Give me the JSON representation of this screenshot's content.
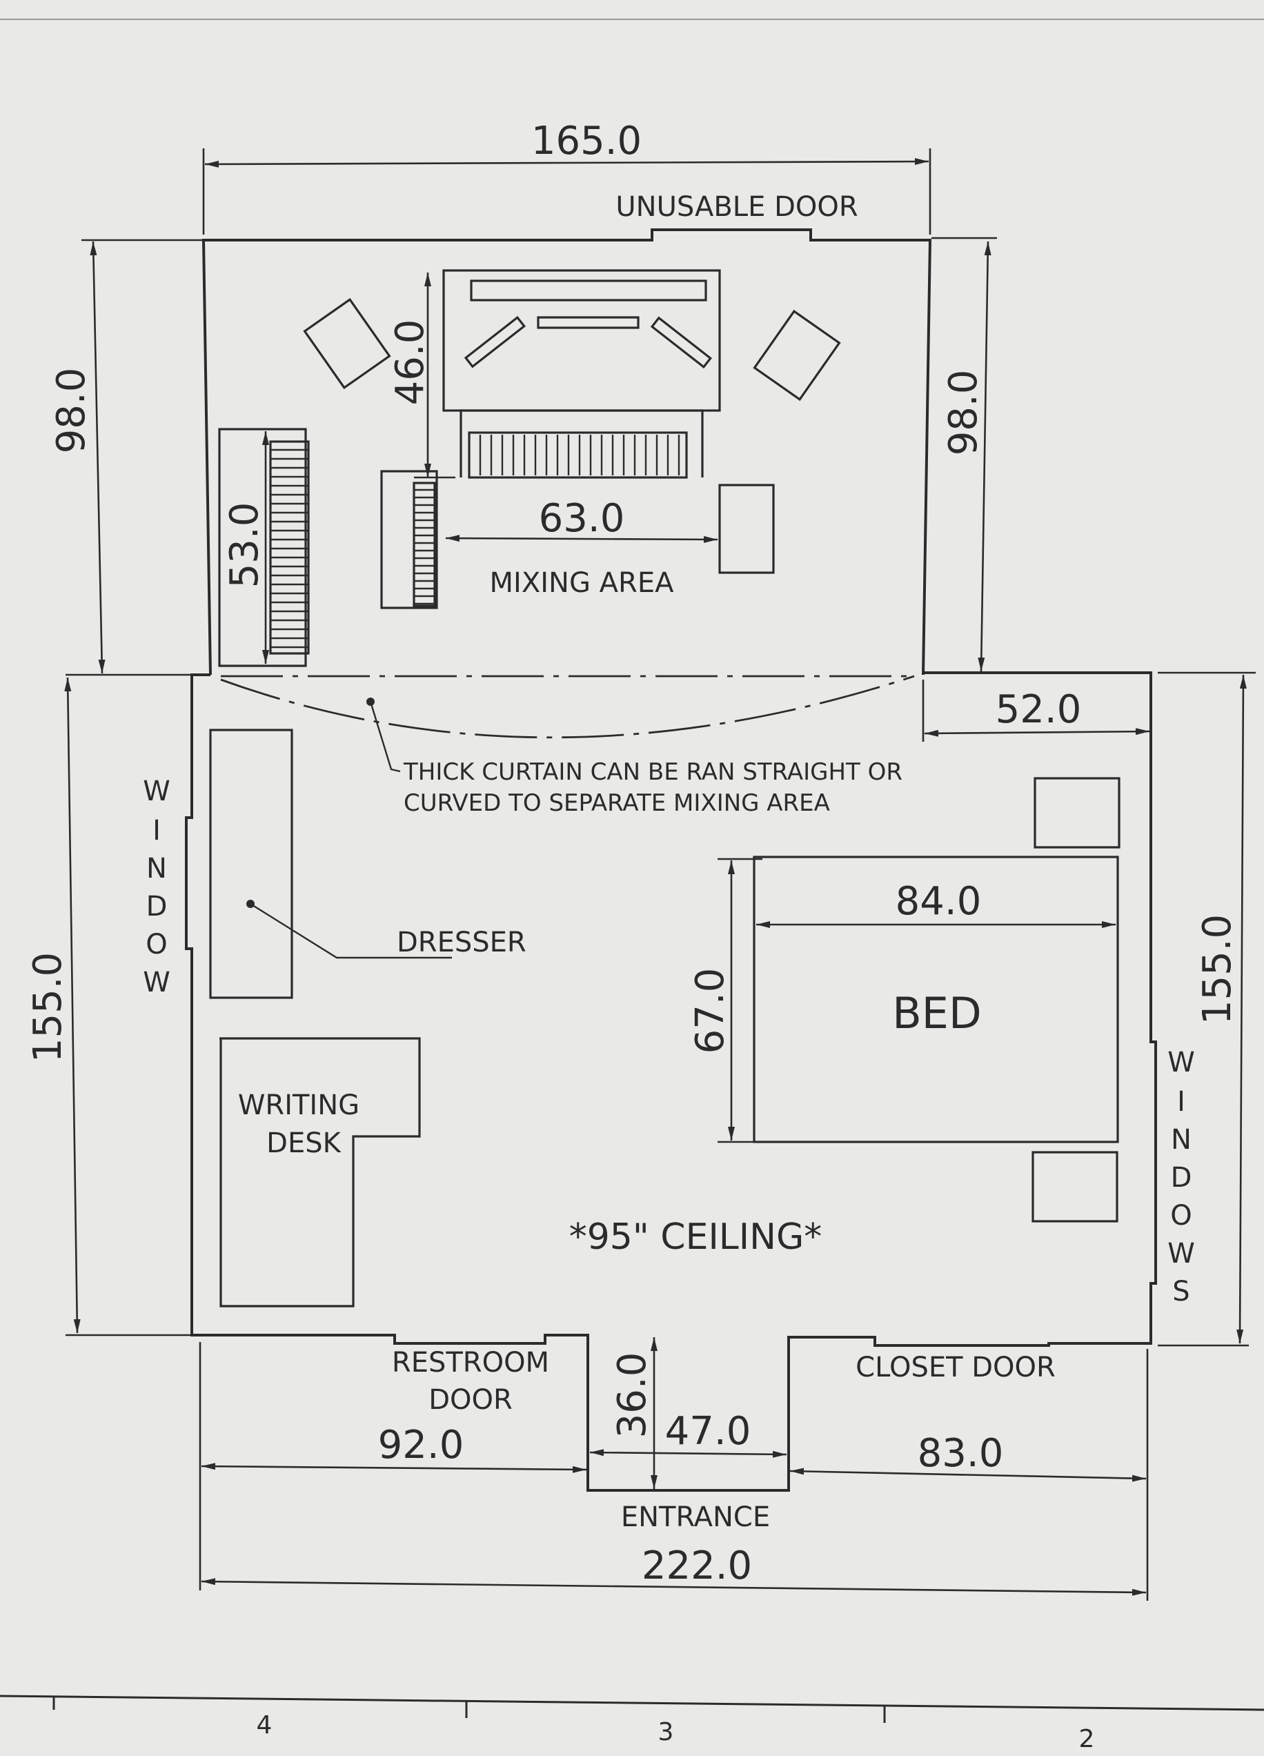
{
  "dimensions": {
    "overall_mixing_width": "165.0",
    "mixing_left_depth": "98.0",
    "mixing_right_depth": "98.0",
    "desk_depth": "46.0",
    "desk_width": "63.0",
    "keyboard_length": "53.0",
    "right_step_width": "52.0",
    "room_left_depth": "155.0",
    "room_right_depth": "155.0",
    "bed_width": "84.0",
    "bed_length": "67.0",
    "entrance_depth": "36.0",
    "entrance_width": "47.0",
    "left_bottom_width": "92.0",
    "right_bottom_width": "83.0",
    "overall_width": "222.0"
  },
  "labels": {
    "unusable_door": "UNUSABLE DOOR",
    "mixing_area": "MIXING AREA",
    "curtain_note_line1": "THICK CURTAIN CAN BE RAN STRAIGHT OR",
    "curtain_note_line2": "CURVED TO SEPARATE MIXING AREA",
    "window_letters": [
      "W",
      "I",
      "N",
      "D",
      "O",
      "W"
    ],
    "windows_letters": [
      "W",
      "I",
      "N",
      "D",
      "O",
      "W",
      "S"
    ],
    "dresser": "DRESSER",
    "bed": "BED",
    "writing_desk_line1": "WRITING",
    "writing_desk_line2": "DESK",
    "ceiling": "*95\" CEILING*",
    "restroom_door_line1": "RESTROOM",
    "restroom_door_line2": "DOOR",
    "closet_door": "CLOSET DOOR",
    "entrance": "ENTRANCE"
  },
  "ruler": {
    "marks": [
      "4",
      "3",
      "2"
    ]
  },
  "colors": {
    "paper": "#e9e9e7",
    "ink": "#2b2b2b"
  }
}
